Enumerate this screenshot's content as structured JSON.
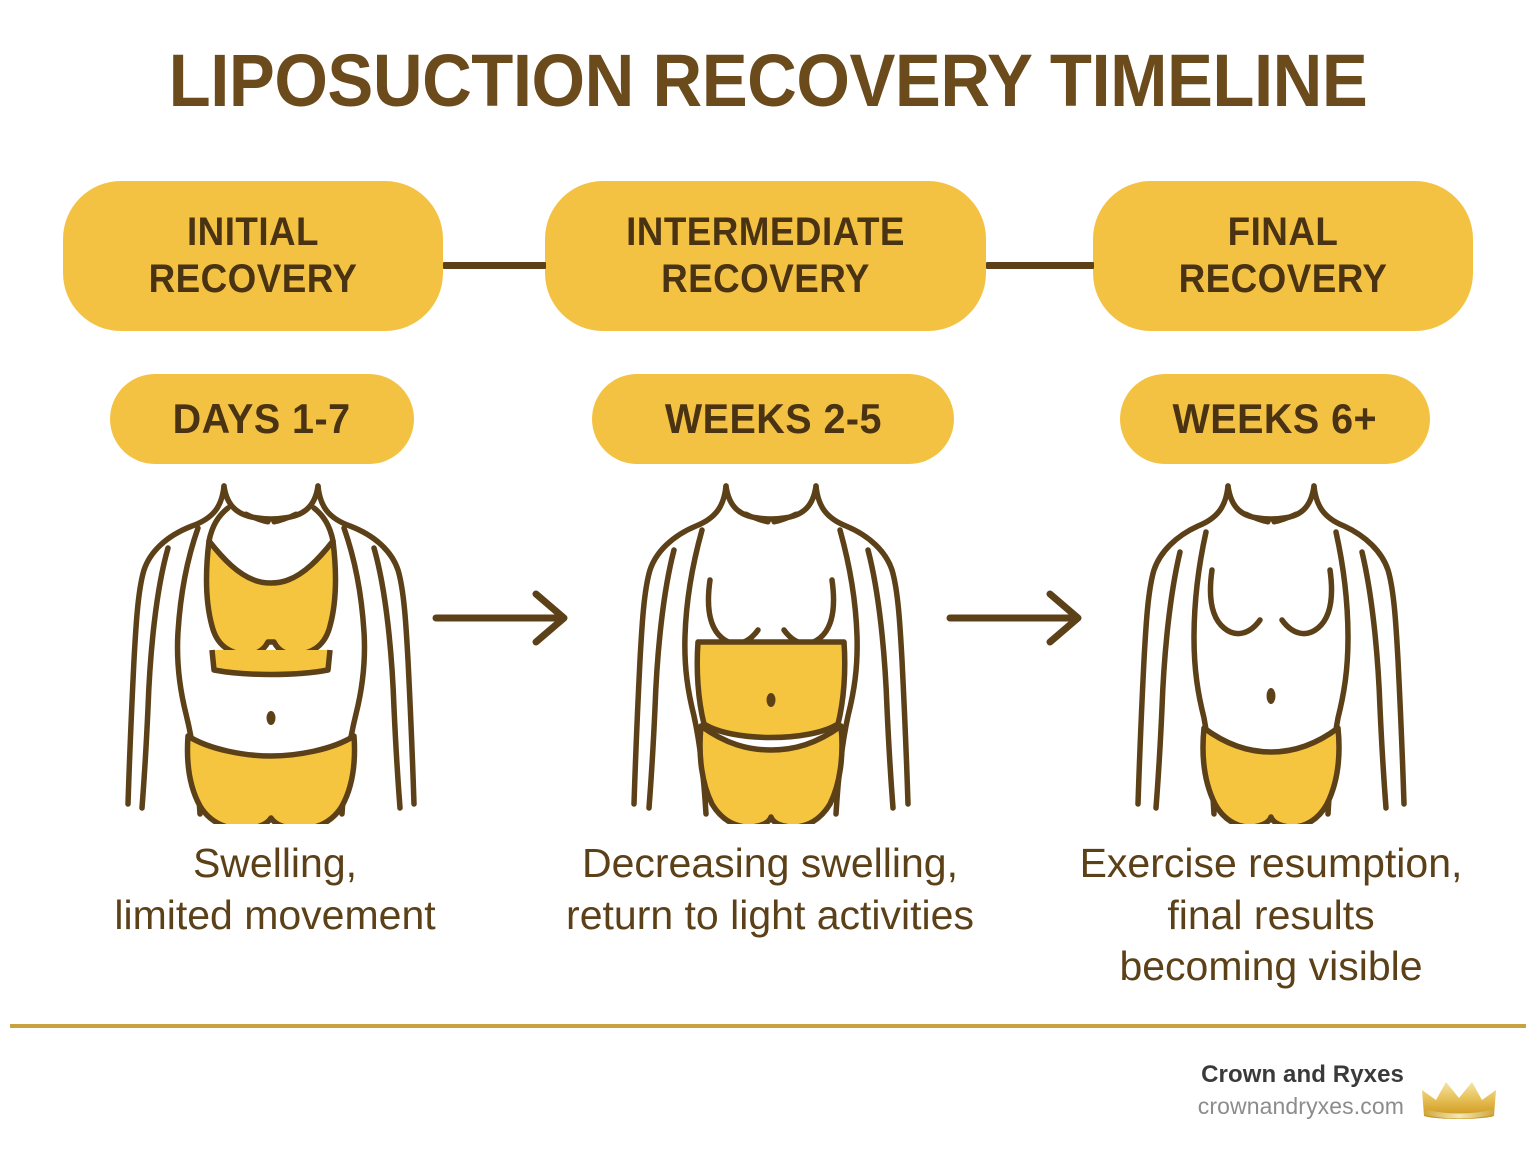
{
  "title": "LIPOSUCTION RECOVERY TIMELINE",
  "colors": {
    "pill_yellow": "#F4C243",
    "garment_yellow": "#F6C53F",
    "outline_brown": "#5C4018",
    "title_brown": "#6B4A1C",
    "pill_text_brown": "#4A3313",
    "caption_brown": "#5C4018",
    "divider_gold": "#C9A13E",
    "brand_name_gray": "#3A3A3A",
    "brand_url_gray": "#8C8C8C",
    "crown_gold": "#E3B54A"
  },
  "stages": [
    {
      "phase_label": "INITIAL\nRECOVERY",
      "duration_label": "DAYS 1-7",
      "caption": "Swelling,\nlimited movement",
      "figure_icon": "female-torso-sports-bra-and-briefs-icon"
    },
    {
      "phase_label": "INTERMEDIATE\nRECOVERY",
      "duration_label": "WEEKS 2-5",
      "caption": "Decreasing swelling,\nreturn to light activities",
      "figure_icon": "female-torso-abdominal-compression-garment-icon"
    },
    {
      "phase_label": "FINAL\nRECOVERY",
      "duration_label": "WEEKS 6+",
      "caption": "Exercise resumption,\nfinal results\nbecoming visible",
      "figure_icon": "female-torso-briefs-only-icon"
    }
  ],
  "connectors": [
    {
      "name": "connector-initial-to-intermediate"
    },
    {
      "name": "connector-intermediate-to-final"
    }
  ],
  "arrows": [
    {
      "name": "progress-arrow-stage-1-to-2"
    },
    {
      "name": "progress-arrow-stage-2-to-3"
    }
  ],
  "footer": {
    "brand_name": "Crown and Ryxes",
    "brand_url": "crownandryxes.com",
    "logo_icon": "crown-icon"
  }
}
